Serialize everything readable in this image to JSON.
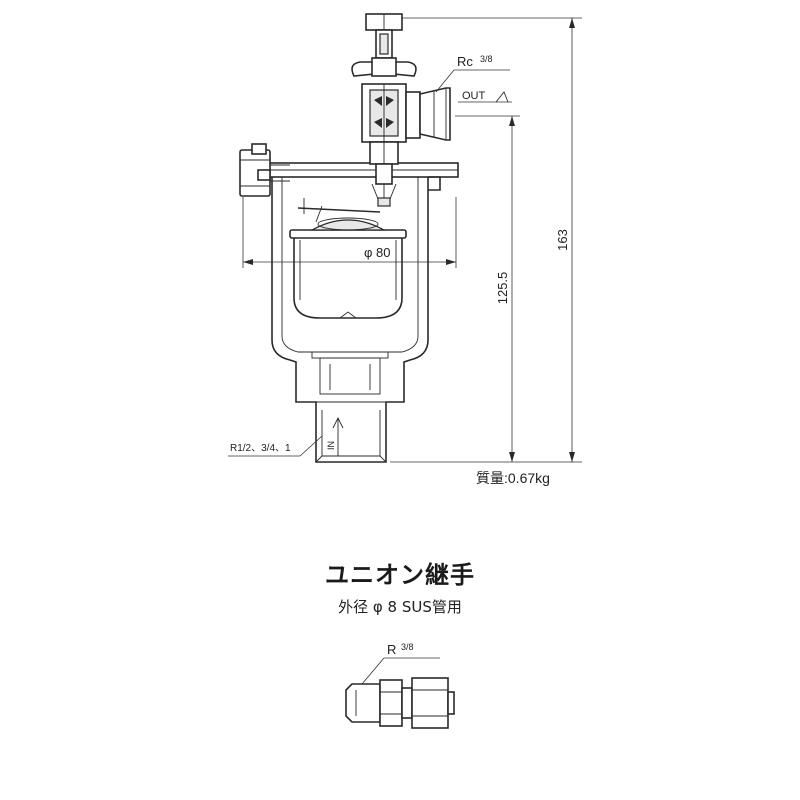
{
  "diagram": {
    "rc_label": "Rc",
    "rc_size": "3/8",
    "out_label": "OUT",
    "in_label": "IN",
    "diameter_label": "φ 80",
    "dim_inner": "125.5",
    "dim_total": "163",
    "thread_label": "R1/2、3/4、1",
    "mass_label": "質量:0.67kg"
  },
  "fitting": {
    "title": "ユニオン継手",
    "subtitle": "外径 φ 8 SUS管用",
    "thread_label": "R",
    "thread_size": "3/8"
  }
}
